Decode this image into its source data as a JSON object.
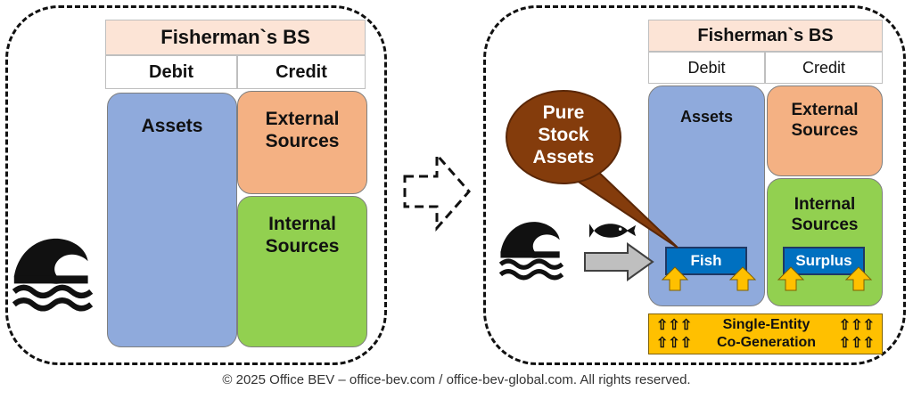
{
  "left": {
    "title": "Fisherman`s BS",
    "debit": "Debit",
    "credit": "Credit",
    "assets": "Assets",
    "external": "External Sources",
    "internal": "Internal Sources"
  },
  "right": {
    "title": "Fisherman`s BS",
    "debit": "Debit",
    "credit": "Credit",
    "assets": "Assets",
    "external": "External Sources",
    "internal": "Internal Sources",
    "fish_label": "Fish",
    "surplus_label": "Surplus",
    "callout": "Pure Stock Assets",
    "banner_line1": "Single-Entity",
    "banner_line2": "Co-Generation",
    "banner_arrows": "⇧⇧⇧"
  },
  "copyright": "© 2025 Office BEV – office-bev.com / office-bev-global.com. All rights reserved.",
  "icons": [
    "wave-icon",
    "fish-icon",
    "right-arrow-icon",
    "up-arrow-icon"
  ],
  "colors": {
    "header": "#fce4d6",
    "assets": "#8faadc",
    "external": "#f4b183",
    "internal": "#92d050",
    "blue": "#0070c0",
    "gold": "#ffc000",
    "callout": "#843c0c"
  }
}
